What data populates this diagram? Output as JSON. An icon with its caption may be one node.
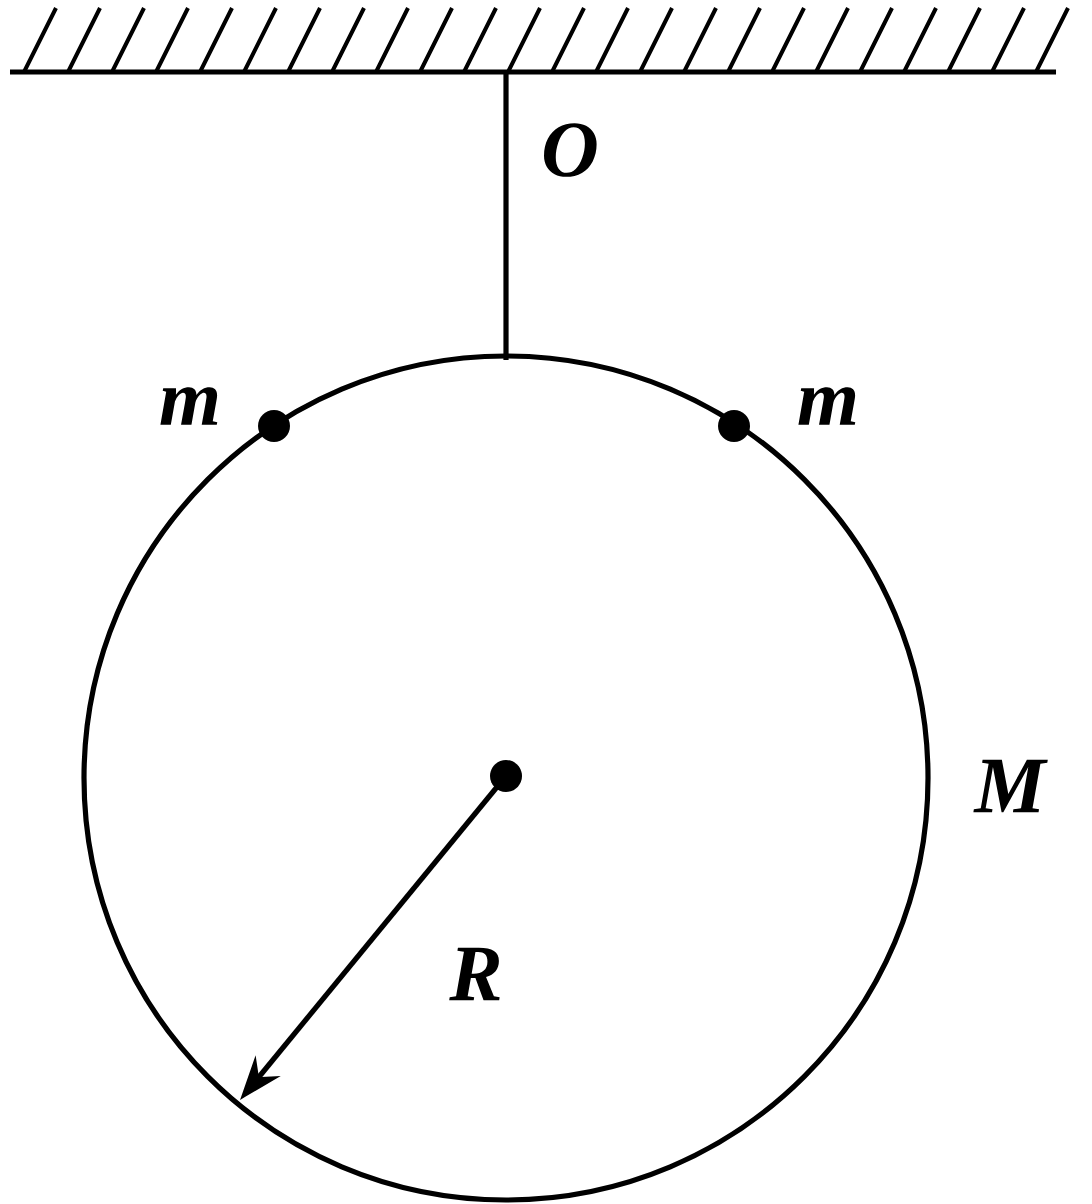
{
  "diagram": {
    "labels": [
      "O",
      "m",
      "m",
      "M",
      "R"
    ]
  }
}
